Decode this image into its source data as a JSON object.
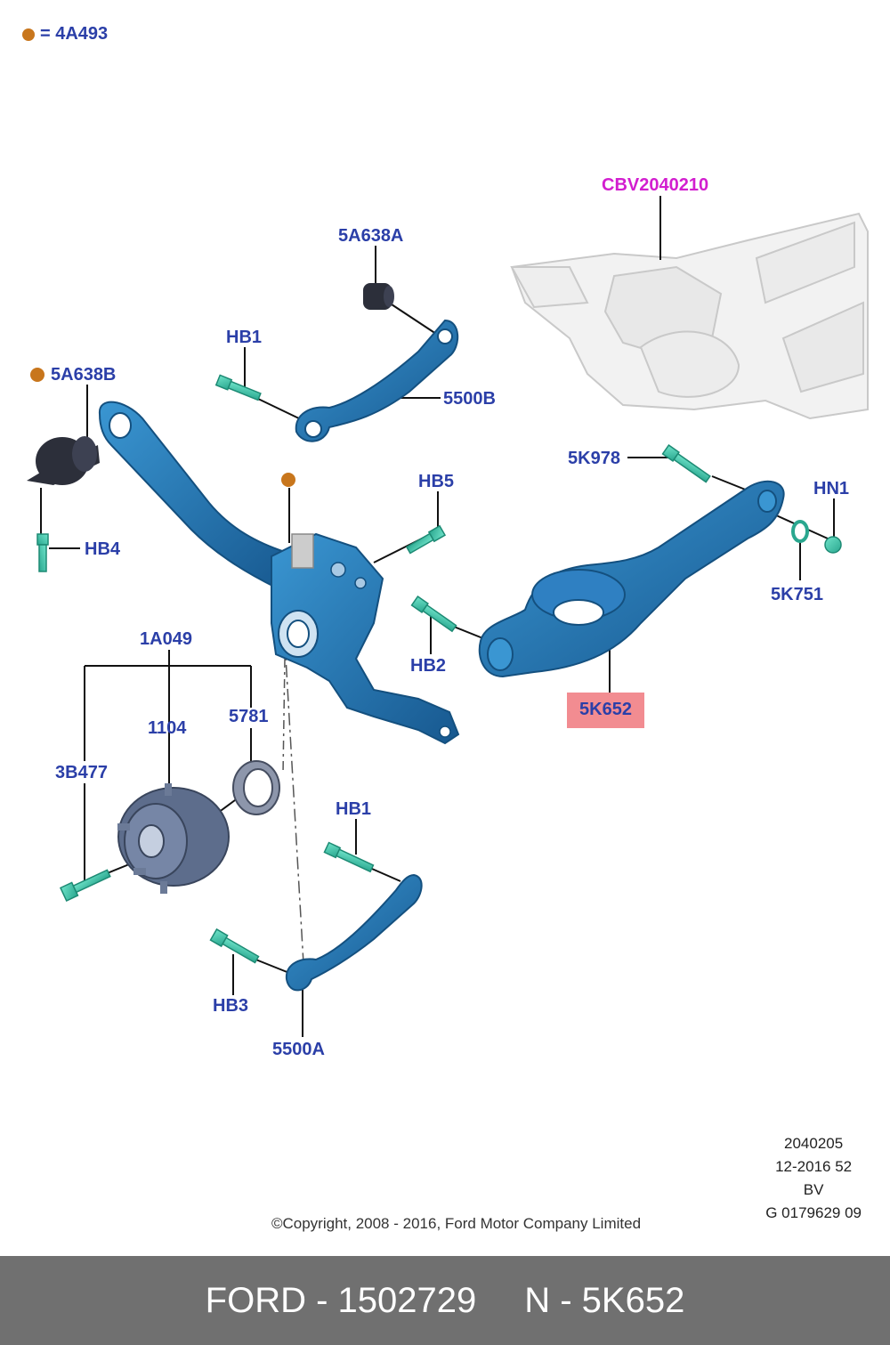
{
  "legend": {
    "dot_color": "#c8761c",
    "text": "= 4A493"
  },
  "labels": {
    "cbv": "CBV2040210",
    "a5a638a": "5A638A",
    "hb1_top": "HB1",
    "a5a638b": "5A638B",
    "a5500b": "5500B",
    "hb5": "HB5",
    "a5k978": "5K978",
    "hn1": "HN1",
    "hb4": "HB4",
    "a5k751": "5K751",
    "hb2": "HB2",
    "a1a049": "1A049",
    "a5k652": "5K652",
    "a5781": "5781",
    "a1104": "1104",
    "a3b477": "3B477",
    "hb1_bottom": "HB1",
    "hb3": "HB3",
    "a5500a": "5500A"
  },
  "meta": {
    "line1": "2040205",
    "line2": "12-2016 52",
    "line3": "BV",
    "line4": "G 0179629 09"
  },
  "copyright": "©Copyright, 2008 - 2016, Ford Motor Company Limited",
  "footer": {
    "left": "FORD - 1502729",
    "right": "N - 5K652"
  },
  "colors": {
    "label": "#2b3fa8",
    "magenta": "#d21ecf",
    "highlight": "#f28c91",
    "part": "#1f78b8",
    "bolt": "#3fc9b0",
    "footer_bg": "#707070"
  }
}
